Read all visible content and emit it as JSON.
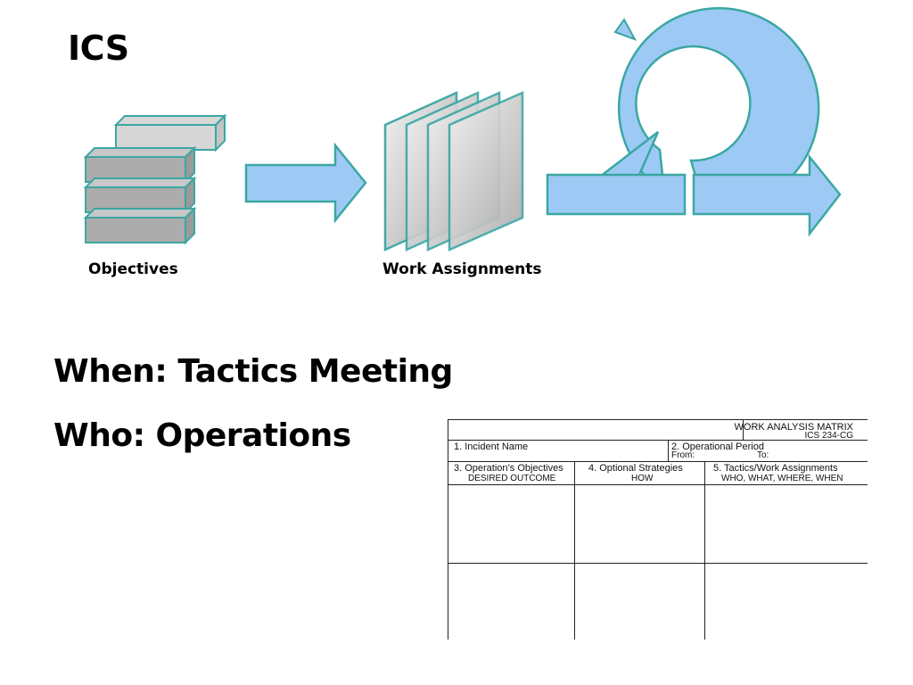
{
  "title": "ICS",
  "labels": {
    "objectives": "Objectives",
    "work_assignments": "Work Assignments"
  },
  "lines": {
    "when": "When: Tactics Meeting",
    "who": "Who: Operations"
  },
  "colors": {
    "arrow_fill": "#9ccaf5",
    "arrow_stroke": "#3ba7a3",
    "block_fill": "#b0b0b0",
    "teal": "#3ba7a3"
  },
  "form": {
    "header_title": "WORK ANALYSIS MATRIX",
    "header_code": "ICS 234-CG",
    "field1": "1.  Incident Name",
    "field2": "2. Operational Period",
    "from": "From:",
    "to": "To:",
    "col3_title": "3.  Operation’s Objectives",
    "col3_sub": "DESIRED OUTCOME",
    "col4_title": "4.  Optional Strategies",
    "col4_sub": "HOW",
    "col5_title": "5.  Tactics/Work Assignments",
    "col5_sub": "WHO, WHAT, WHERE, WHEN"
  }
}
